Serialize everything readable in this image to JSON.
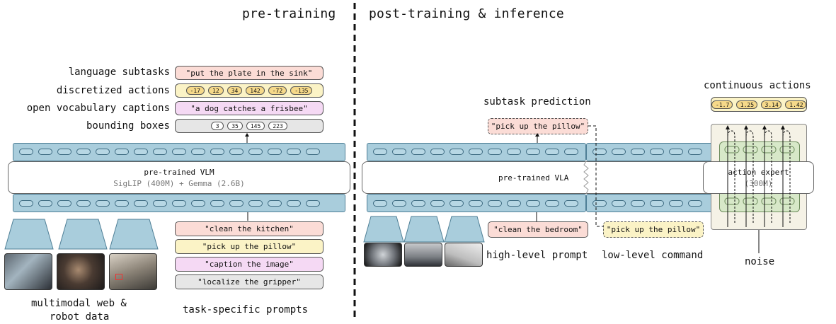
{
  "sections": {
    "left_title": "pre-training",
    "right_title": "post-training & inference"
  },
  "pretraining": {
    "rows": [
      {
        "label": "language subtasks",
        "text": "\"put the plate in the sink\"",
        "color": "#fbdcd6"
      },
      {
        "label": "discretized actions",
        "chips": [
          "-17",
          "12",
          "34",
          "142",
          "-72",
          "-135"
        ],
        "color": "#fbf3c6"
      },
      {
        "label": "open vocabulary captions",
        "text": "\"a dog catches a frisbee\"",
        "color": "#f5d9f4"
      },
      {
        "label": "bounding boxes",
        "chips": [
          "3",
          "35",
          "145",
          "223"
        ],
        "color": "#e6e6e6"
      }
    ],
    "model_name": "pre-trained VLM",
    "model_sub": "SigLIP (400M) + Gemma (2.6B)",
    "prompts": [
      {
        "text": "\"clean the kitchen\"",
        "color": "#fbdcd6"
      },
      {
        "text": "\"pick up the pillow\"",
        "color": "#fbf3c6"
      },
      {
        "text": "\"caption the image\"",
        "color": "#f5d9f4"
      },
      {
        "text": "\"localize the gripper\"",
        "color": "#e6e6e6"
      }
    ],
    "data_caption_1": "multimodal web &",
    "data_caption_2": "robot data",
    "prompts_caption": "task-specific prompts"
  },
  "posttraining": {
    "subtask_label": "subtask prediction",
    "subtask_text": "\"pick up the pillow\"",
    "model_name": "pre-trained VLA",
    "high_prompt": "\"clean the bedroom\"",
    "high_caption": "high-level prompt",
    "low_command": "\"pick up the pillow\"",
    "low_caption": "low-level command",
    "actions_label": "continuous actions",
    "action_chips": [
      "-1.7",
      "1.25",
      "3.14",
      "1.42"
    ],
    "expert_name": "action expert",
    "expert_sub": "(300M)",
    "noise_label": "noise"
  },
  "colors": {
    "band": "#a9cddc",
    "expert_bg": "#f5f2e6",
    "expert_inner": "#d7e8c8",
    "chip_yellow": "#f6d98a"
  }
}
